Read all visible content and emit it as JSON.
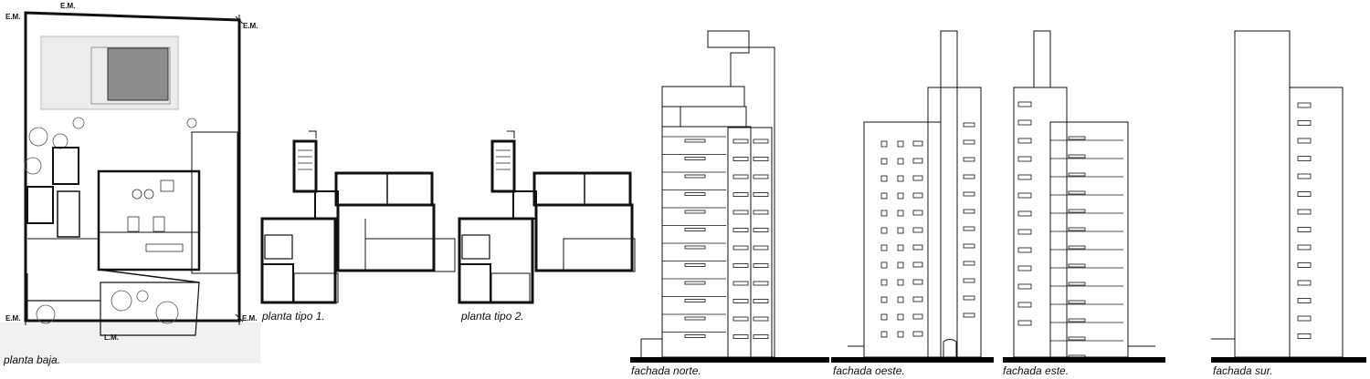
{
  "markers": {
    "em": "E.M.",
    "lm": "L.M."
  },
  "captions": {
    "planta_baja": "planta baja.",
    "planta_tipo_1": "planta tipo 1.",
    "planta_tipo_2": "planta tipo 2.",
    "fachada_norte": "fachada norte.",
    "fachada_oeste": "fachada oeste.",
    "fachada_este": "fachada este.",
    "fachada_sur": "fachada sur."
  },
  "colors": {
    "line": "#111111",
    "pool": "#8c8c8c",
    "deck": "#e2e2e2",
    "ground": "#000000"
  }
}
